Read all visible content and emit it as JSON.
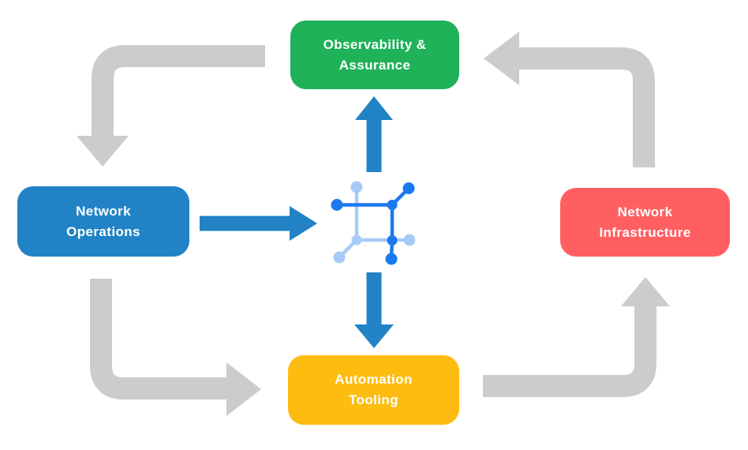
{
  "diagram": {
    "nodes": [
      {
        "id": "observability-assurance",
        "lines": [
          "Observability &",
          "Assurance"
        ],
        "color": "#1fb259"
      },
      {
        "id": "network-operations",
        "lines": [
          "Network",
          "Operations"
        ],
        "color": "#2183c6"
      },
      {
        "id": "network-infrastructure",
        "lines": [
          "Network",
          "Infrastructure"
        ],
        "color": "#ff5f61"
      },
      {
        "id": "automation-tooling",
        "lines": [
          "Automation",
          "Tooling"
        ],
        "color": "#febc11"
      }
    ],
    "center_icon": {
      "name": "network-mesh-icon",
      "dark_color": "#1b79f0",
      "light_color": "#a9caf7"
    },
    "arrows": {
      "cycle_color": "#cccccc",
      "accent_color": "#2183c6",
      "cycle": [
        {
          "from": "observability-assurance",
          "to": "network-operations"
        },
        {
          "from": "network-operations",
          "to": "automation-tooling"
        },
        {
          "from": "automation-tooling",
          "to": "network-infrastructure"
        },
        {
          "from": "network-infrastructure",
          "to": "observability-assurance"
        }
      ],
      "accent": [
        {
          "from": "network-operations",
          "to": "center-icon"
        },
        {
          "from": "center-icon",
          "to": "observability-assurance"
        },
        {
          "from": "center-icon",
          "to": "automation-tooling"
        }
      ]
    }
  }
}
